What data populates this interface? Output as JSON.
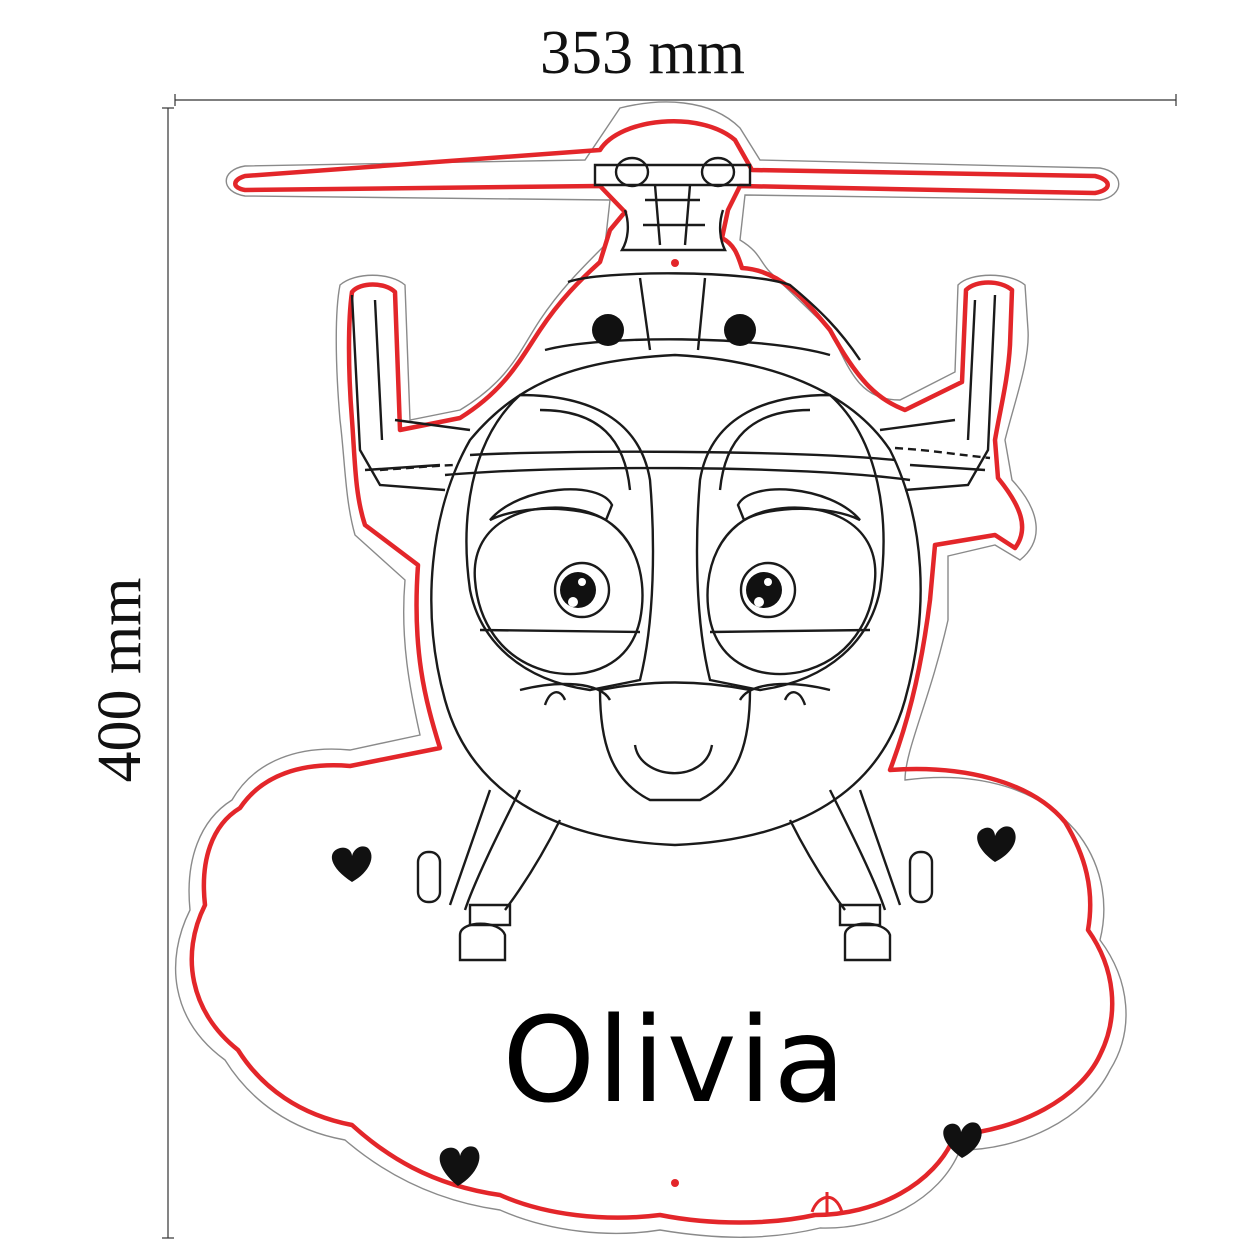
{
  "dimensions": {
    "width_label": "353 mm",
    "height_label": "400 mm"
  },
  "sign": {
    "name": "Olivia",
    "colors": {
      "outline": "#e3262a",
      "lineart": "#1a1a1a",
      "outer_cut": "#888888",
      "hearts": "#111111"
    }
  }
}
